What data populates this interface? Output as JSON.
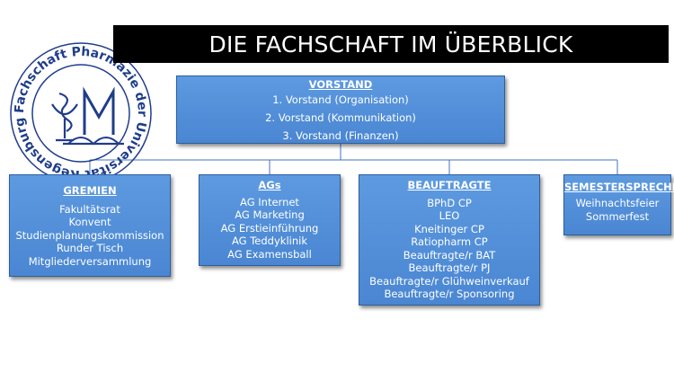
{
  "header": {
    "title": "DIE FACHSCHAFT IM ÜBERBLICK"
  },
  "logo": {
    "ring_text": "Fachschaft Pharmazie der Universität Regensburg e.V.",
    "color": "#1f3d8a"
  },
  "colors": {
    "box_fill": "#4f8ad6",
    "box_border": "#2e5f9e",
    "connector": "#4472c4"
  },
  "org": {
    "vorstand": {
      "header": "VORSTAND",
      "items": [
        "1. Vorstand (Organisation)",
        "2. Vorstand (Kommunikation)",
        "3. Vorstand (Finanzen)"
      ]
    },
    "gremien": {
      "header": "GREMIEN",
      "items": [
        "Fakultätsrat",
        "Konvent",
        "Studienplanungskommission",
        "Runder Tisch",
        "Mitgliederversammlung"
      ]
    },
    "ags": {
      "header": "AGs",
      "items": [
        "AG Internet",
        "AG Marketing",
        "AG Erstieinführung",
        "AG Teddyklinik",
        "AG Examensball"
      ]
    },
    "beauftragte": {
      "header": "BEAUFTRAGTE",
      "items": [
        "BPhD CP",
        "LEO",
        "Kneitinger CP",
        "Ratiopharm CP",
        "Beauftragte/r BAT",
        "Beauftragte/r PJ",
        "Beauftragte/r Glühweinverkauf",
        "Beauftragte/r Sponsoring"
      ]
    },
    "semestersprecher": {
      "header": "SEMESTERSPRECHER",
      "items": [
        "Weihnachtsfeier",
        "Sommerfest"
      ]
    }
  }
}
